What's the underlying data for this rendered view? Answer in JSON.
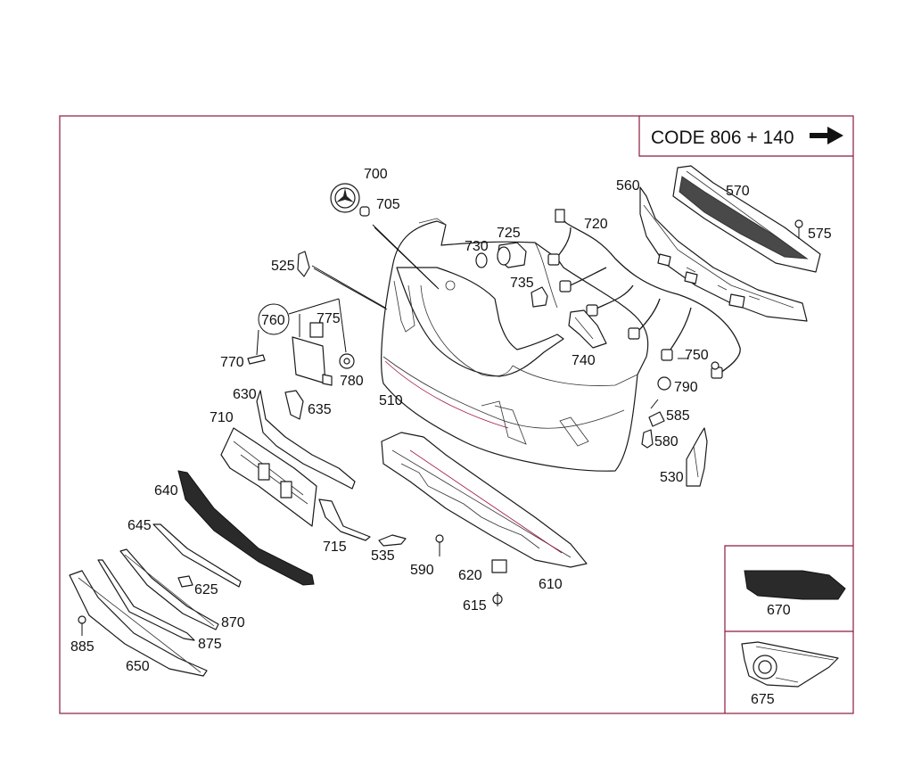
{
  "header": {
    "code_label": "CODE 806 + 140",
    "arrow_icon": "right-arrow-icon"
  },
  "labels": {
    "p510": "510",
    "p525": "525",
    "p530": "530",
    "p535": "535",
    "p560": "560",
    "p570": "570",
    "p575": "575",
    "p580": "580",
    "p585": "585",
    "p590": "590",
    "p610": "610",
    "p615": "615",
    "p620": "620",
    "p625": "625",
    "p630": "630",
    "p635": "635",
    "p640": "640",
    "p645": "645",
    "p650": "650",
    "p670": "670",
    "p675": "675",
    "p700": "700",
    "p705": "705",
    "p710": "710",
    "p715": "715",
    "p720": "720",
    "p725": "725",
    "p730": "730",
    "p735": "735",
    "p740": "740",
    "p750": "750",
    "p760": "760",
    "p770": "770",
    "p775": "775",
    "p780": "780",
    "p790": "790",
    "p870": "870",
    "p875": "875",
    "p885": "885"
  },
  "colors": {
    "frame": "#8c1a3a",
    "line": "#1a1a1a",
    "accent": "#a0163c"
  }
}
